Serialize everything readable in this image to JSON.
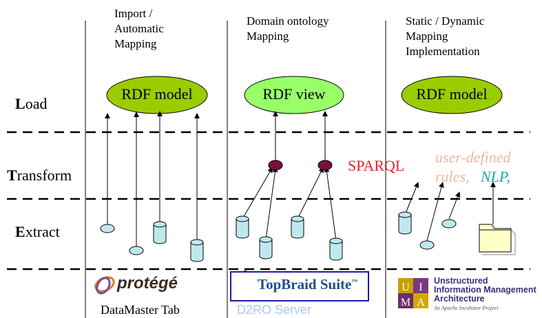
{
  "columns": [
    {
      "header": "Import /\nAutomatic\nMapping",
      "ellipse": "RDF model",
      "ellipse_fill": "#9acd00"
    },
    {
      "header": "Domain ontology\nMapping",
      "ellipse": "RDF view",
      "ellipse_fill": "#98ff68"
    },
    {
      "header": "Static / Dynamic\nMapping\nImplementation",
      "ellipse": "RDF model",
      "ellipse_fill": "#9acd00"
    }
  ],
  "rows": [
    {
      "initial": "L",
      "rest": "oad"
    },
    {
      "initial": "T",
      "rest": "ransform"
    },
    {
      "initial": "E",
      "rest": "xtract"
    }
  ],
  "transform_labels": {
    "sparql": "SPARQL",
    "user_defined": "user-defined",
    "rules": "rules,",
    "nlp": "NLP,"
  },
  "tools": {
    "protege_logo": "protégé",
    "datamaster": "DataMaster Tab",
    "topbraid": "TopBraid Suite",
    "topbraid_tm": "™",
    "d2ro": "D2RO Server",
    "uima_title": "Unstructured\nInformation Management\nArchitecture",
    "uima_sub": "An Apache Incubator Project",
    "uima_letters": [
      "U",
      "I",
      "M",
      "A"
    ]
  },
  "colors": {
    "node_fill": "#7a1040",
    "cylinder_fill": "#bfe8ee",
    "folder_fill": "#ffffc8",
    "sparql": "#e8202a",
    "user_defined": "#e8b7a6",
    "nlp": "#1aa3a3"
  }
}
